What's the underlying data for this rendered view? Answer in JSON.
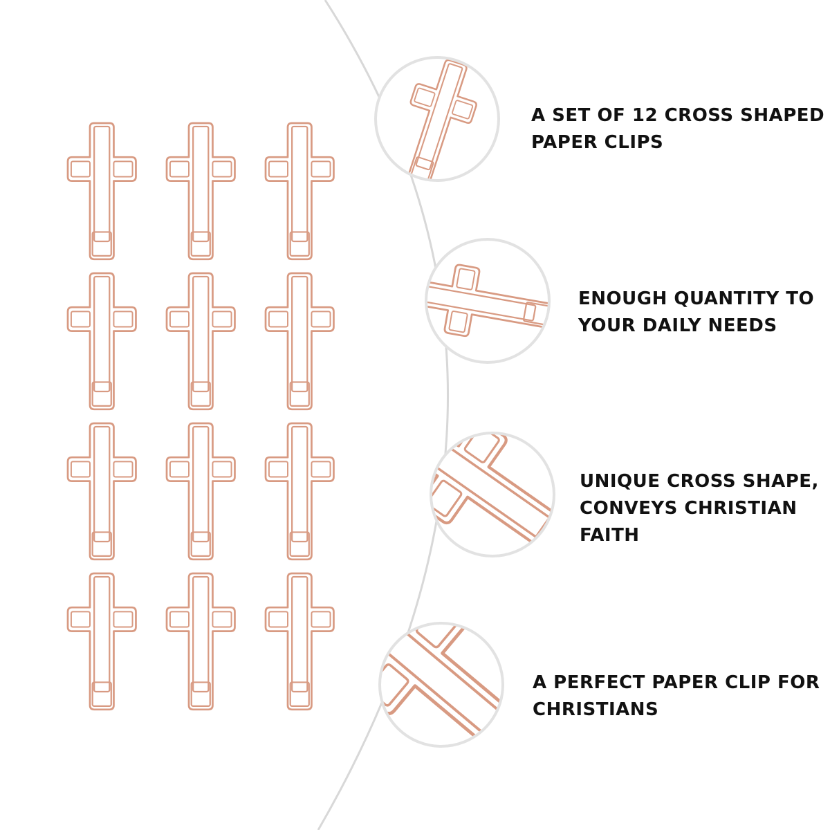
{
  "product": {
    "name": "Cross shaped paper clips",
    "clip_color": "#d89a82",
    "circle_border_color": "#e2e2e2",
    "curve_color": "#d8d8d8",
    "clip_count": 12,
    "grid": {
      "columns": 3,
      "rows": 4
    }
  },
  "features": [
    {
      "text": "A SET OF 12 CROSS SHAPED\nPAPER CLIPS",
      "detail_view": "single cross clip, top view"
    },
    {
      "text": "ENOUGH QUANTITY TO\nYOUR DAILY NEEDS",
      "detail_view": "cross clip rotated on its side"
    },
    {
      "text": "UNIQUE CROSS SHAPE,\nCONVEYS CHRISTIAN\nFAITH",
      "detail_view": "cross clip tilted close-up"
    },
    {
      "text": "A PERFECT PAPER CLIP FOR\nCHRISTIANS",
      "detail_view": "cross clip corner close-up"
    }
  ]
}
